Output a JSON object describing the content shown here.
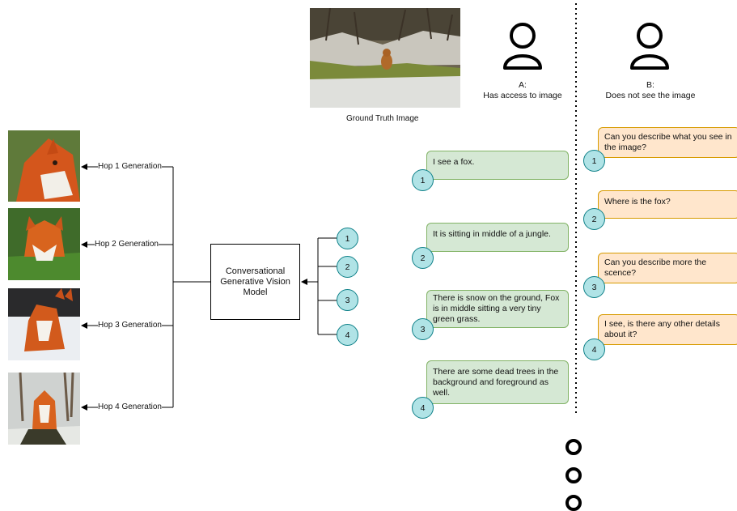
{
  "ground_truth": {
    "caption": "Ground Truth Image"
  },
  "hops": [
    {
      "label": "Hop 1 Generation"
    },
    {
      "label": "Hop 2 Generation"
    },
    {
      "label": "Hop 3 Generation"
    },
    {
      "label": "Hop 4 Generation"
    }
  ],
  "model": {
    "label": "Conversational Generative Vision Model"
  },
  "turns": [
    "1",
    "2",
    "3",
    "4"
  ],
  "person_a": {
    "letter": "A:",
    "desc": "Has access to image"
  },
  "person_b": {
    "letter": "B:",
    "desc": "Does not see the image"
  },
  "answers": [
    {
      "text": "I see a fox.",
      "num": "1"
    },
    {
      "text": "It is sitting in middle of a jungle.",
      "num": "2"
    },
    {
      "text": "There is snow on the ground, Fox is in middle sitting a very tiny green grass.",
      "num": "3"
    },
    {
      "text": "There are some dead trees in the background and foreground as well.",
      "num": "4"
    }
  ],
  "questions": [
    {
      "text": "Can you describe what you see in the image?",
      "num": "1"
    },
    {
      "text": "Where is the fox?",
      "num": "2"
    },
    {
      "text": "Can you describe more the scence?",
      "num": "3"
    },
    {
      "text": "I see, is there any other details about it?",
      "num": "4"
    }
  ],
  "colors": {
    "answer_fill": "#d5e8d4",
    "question_fill": "#ffe6cc",
    "turn_fill": "#b0e3e6"
  }
}
